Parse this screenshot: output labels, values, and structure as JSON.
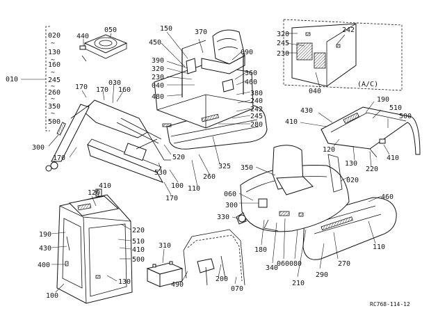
{
  "diagram": {
    "range_group": {
      "outer_label": "010",
      "items": [
        "020",
        "~",
        "130",
        "~",
        "160",
        "~",
        "245",
        "~",
        "260",
        "~",
        "350",
        "~",
        "500"
      ]
    },
    "reference_code": "RC768-114-12",
    "ac_note": "(A/C)",
    "callouts": {
      "c_440": "440",
      "c_050": "050",
      "c_150": "150",
      "c_370": "370",
      "c_450": "450",
      "c_390": "390",
      "c_320a": "320",
      "c_230a": "230",
      "c_040a": "040",
      "c_480": "480",
      "c_090": "090",
      "c_360": "360",
      "c_460a": "460",
      "c_380": "380",
      "c_240": "240",
      "c_242a": "242",
      "c_245a": "245",
      "c_280": "280",
      "c_170a": "170",
      "c_170b": "170",
      "c_030": "030",
      "c_160": "160",
      "c_300a": "300",
      "c_170c": "170",
      "c_520": "520",
      "c_325": "325",
      "c_530": "530",
      "c_100a": "100",
      "c_260": "260",
      "c_110a": "110",
      "c_170d": "170",
      "c_320b": "320",
      "c_245b": "245",
      "c_230b": "230",
      "c_242b": "242",
      "c_040b": "040",
      "c_430a": "430",
      "c_410a": "410",
      "c_190a": "190",
      "c_510a": "510",
      "c_500a": "500",
      "c_120a": "120",
      "c_130a": "130",
      "c_220a": "220",
      "c_410b": "410",
      "c_350": "350",
      "c_020": "020",
      "c_060a": "060",
      "c_300b": "300",
      "c_330": "330",
      "c_460b": "460",
      "c_180": "180",
      "c_340": "340",
      "c_060b": "060",
      "c_080": "080",
      "c_270": "270",
      "c_110b": "110",
      "c_290": "290",
      "c_210": "210",
      "c_410c": "410",
      "c_120b": "120",
      "c_220b": "220",
      "c_190b": "190",
      "c_510b": "510",
      "c_430b": "430",
      "c_410d": "410",
      "c_400": "400",
      "c_500b": "500",
      "c_130b": "130",
      "c_100b": "100",
      "c_310": "310",
      "c_490": "490",
      "c_200": "200",
      "c_070": "070"
    }
  }
}
